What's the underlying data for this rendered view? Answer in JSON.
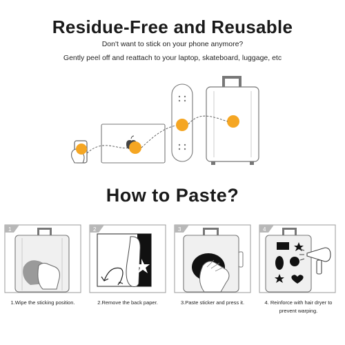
{
  "header": {
    "title": "Residue-Free and Reusable",
    "subtitle_line1": "Don't want to stick on your phone anymore?",
    "subtitle_line2": "Gently peel off and reattach to your laptop, skateboard, luggage, etc"
  },
  "how_to": {
    "title": "How to Paste?",
    "steps": [
      {
        "number": "1",
        "caption": "1.Wipe the sticking position."
      },
      {
        "number": "2",
        "caption": "2.Remove the back paper."
      },
      {
        "number": "3",
        "caption": "3.Paste sticker and press it."
      },
      {
        "number": "4",
        "caption_line1": "4. Reinforce with hair dryer to",
        "caption_line2": "prevent warping."
      }
    ]
  },
  "colors": {
    "sticker": "#f5a623",
    "outline": "#555555",
    "step_badge": "#b8b8b8",
    "frame": "#999999"
  }
}
